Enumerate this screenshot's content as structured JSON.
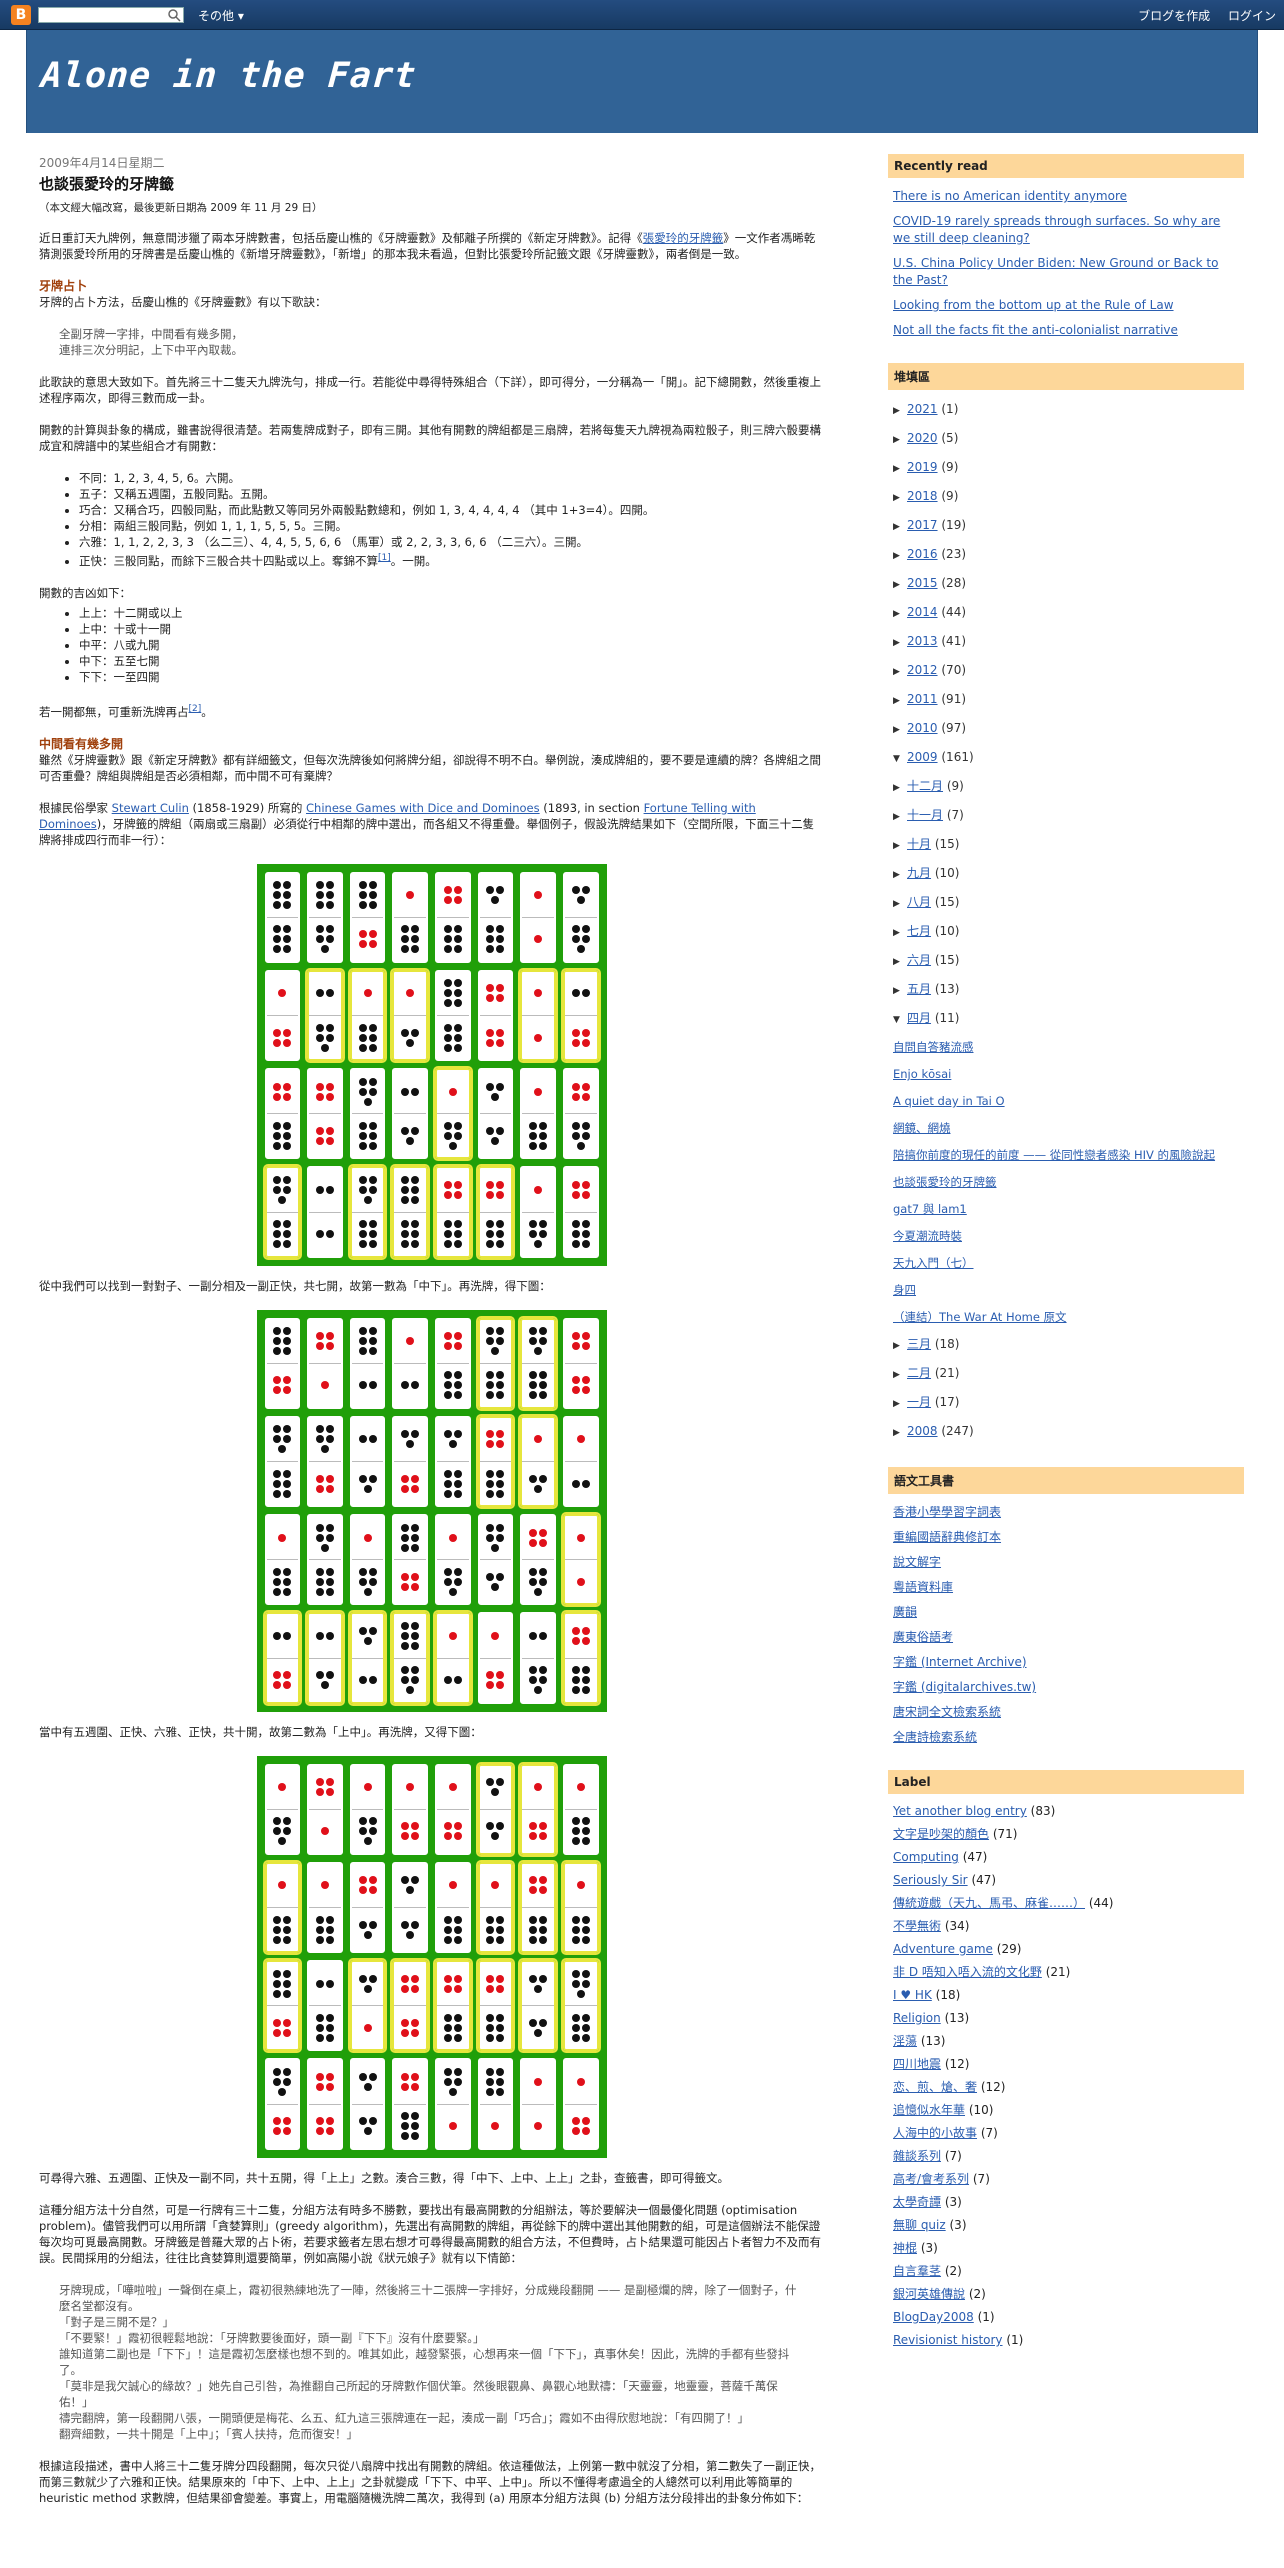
{
  "navbar": {
    "logo": "B",
    "search_placeholder": "",
    "more_label": "その他 ▾",
    "create_blog": "ブログを作成",
    "login": "ログイン"
  },
  "blog": {
    "title": "Alone in the Fart"
  },
  "post": {
    "date": "2009年4月14日星期二",
    "title": "也談張愛玲的牙牌籤",
    "note": "（本文經大幅改寫，最後更新日期為 2009 年 11 月 29 日）",
    "intro_a": "近日重訂天九牌例，無意間涉獵了兩本牙牌數書，包括岳慶山樵的《牙牌靈數》及郁離子所撰的《新定牙牌數》。記得《",
    "intro_link": "張愛玲的牙牌籤",
    "intro_b": "》一文作者馮晞乾猜測張愛玲所用的牙牌書是岳慶山樵的《新增牙牌靈數》，「新增」的那本我未看過，但對比張愛玲所記籤文跟《牙牌靈數》，兩者倒是一致。",
    "h_divination": "牙牌占卜",
    "divination_p": "牙牌的占卜方法，岳慶山樵的《牙牌靈數》有以下歌訣：",
    "quote1_l1": "全副牙牌一字排，中間看有幾多開，",
    "quote1_l2": "連排三次分明記，上下中平內取裁。",
    "p2": "此歌訣的意思大致如下。首先將三十二隻天九牌洗勻，排成一行。若能從中尋得特殊組合（下詳），即可得分，一分稱為一「開」。記下總開數，然後重複上述程序兩次，即得三數而成一卦。",
    "p3": "開數的計算與卦象的構成，雖書說得很清楚。若兩隻牌成對子，即有三開。其他有開數的牌組都是三扇牌，若將每隻天九牌視為兩粒骰子，則三牌六骰要構成宜和牌譜中的某些組合才有開數：",
    "combos": [
      "不同：1, 2, 3, 4, 5, 6。六開。",
      "五子：又稱五週圍，五骰同點。五開。",
      "巧合：又稱合巧，四骰同點，而此點數又等同另外兩骰點數總和，例如 1, 3, 4, 4, 4, 4 （其中 1+3=4）。四開。",
      "分相：兩組三骰同點，例如 1, 1, 1, 5, 5, 5。三開。",
      "六雅：1, 1, 2, 2, 3, 3 （么二三）、4, 4, 5, 5, 6, 6 （馬軍）或 2, 2, 3, 3, 6, 6 （二三六）。三開。"
    ],
    "combo_last_a": "正快：三骰同點，而餘下三骰合共十四點或以上。奪錦不算",
    "combo_last_sup": "[1]",
    "combo_last_b": "。一開。",
    "p4": "開數的吉凶如下：",
    "fortunes": [
      "上上：十二開或以上",
      "上中：十或十一開",
      "中平：八或九開",
      "中下：五至七開",
      "下下：一至四開"
    ],
    "p5_a": "若一開都無，可重新洗牌再占",
    "p5_sup": "[2]",
    "p5_b": "。",
    "h_count": "中間看有幾多開",
    "p6": "雖然《牙牌靈數》跟《新定牙牌數》都有詳細籤文，但每次洗牌後如何將牌分組，卻說得不明不白。舉例說，湊成牌組的，要不要是連續的牌？各牌組之間可否重疊？牌組與牌組是否必須相鄰，而中間不可有棄牌？",
    "p7_a": "根據民俗學家 ",
    "p7_link1": "Stewart Culin",
    "p7_b": " (1858-1929) 所寫的 ",
    "p7_link2": "Chinese Games with Dice and Dominoes",
    "p7_c": " (1893, in section ",
    "p7_link3": "Fortune Telling with Dominoes",
    "p7_d": ")，牙牌籤的牌組（兩扇或三扇副）必須從行中相鄰的牌中選出，而各組又不得重疊。舉個例子，假設洗牌結果如下（空間所限，下面三十二隻牌將排成四行而非一行）：",
    "p8": "從中我們可以找到一對對子、一副分相及一副正快，共七開，故第一數為「中下」。再洗牌，得下圖：",
    "p9": "當中有五週圍、正快、六雅、正快，共十開，故第二數為「上中」。再洗牌，又得下圖：",
    "p10": "可尋得六雅、五週圍、正快及一副不同，共十五開，得「上上」之數。湊合三數，得「中下、上中、上上」之卦，查籤書，即可得籤文。",
    "p11": "這種分組方法十分自然，可是一行牌有三十二隻，分組方法有時多不勝數，要找出有最高開數的分組辦法，等於要解決一個最優化問題 (optimisation problem)。儘管我們可以用所謂「貪婪算則」(greedy algorithm)，先選出有高開數的牌組，再從餘下的牌中選出其他開數的組，可是這個辦法不能保證每次均可覓最高開數。牙牌籤是普羅大眾的占卜術，若要求籤者左思右想才可尋得最高開數的組合方法，不但費時，占卜結果還可能因占卜者智力不及而有誤。民間採用的分組法，往往比貪婪算則還要簡單，例如高陽小說《狀元娘子》就有以下情節：",
    "quote2": [
      "牙牌現成，「嘩啦啦」一聲倒在桌上，霞初很熟練地洗了一陣，然後將三十二張牌一字排好，分成幾段翻開 —— 是副極爛的牌，除了一個對子，什麼名堂都沒有。",
      "「對子是三開不是？」",
      "「不要緊！」霞初很輕鬆地說：「牙牌數要後面好，頭一副『下下』沒有什麼要緊。」",
      "誰知道第二副也是「下下」！這是霞初怎麼樣也想不到的。唯其如此，越發緊張，心想再來一個「下下」，真事休矣！因此，洗牌的手都有些發抖了。",
      "「莫非是我欠誠心的緣故？」她先自己引咎，為推翻自己所起的牙牌數作個伏筆。然後眼觀鼻、鼻觀心地默禱：「天靈靈，地靈靈，菩薩千萬保佑！」",
      "禱完翻牌，第一段翻開八張，一開頭便是梅花、么五、紅九這三張牌連在一起，湊成一副「巧合」；霞如不由得欣慰地說：「有四開了！」",
      "翻齊細數，一共十開是「上中」；「賓人扶持，危而復安！」"
    ],
    "p12": "根據這段描述，書中人將三十二隻牙牌分四段翻開，每次只從八扇牌中找出有開數的牌組。依這種做法，上例第一數中就沒了分相，第二數失了一副正快，而第三數就少了六雅和正快。結果原來的「中下、上中、上上」之卦就變成「下下、中平、上中」。所以不懂得考慮過全的人總然可以利用此等簡單的 heuristic method 求數牌，但結果卻會變差。事實上，用電腦隨機洗牌二萬次，我得到 (a) 用原本分組方法與 (b) 分組方法分段排出的卦象分佈如下："
  },
  "sidebar": {
    "recent_title": "Recently read",
    "recent": [
      "There is no American identity anymore",
      "COVID-19 rarely spreads through surfaces. So why are we still deep cleaning?",
      "U.S. China Policy Under Biden: New Ground or Back to the Past?",
      "Looking from the bottom up at the Rule of Law",
      "Not all the facts fit the anti-colonialist narrative"
    ],
    "archive_title": "堆填區",
    "years_top": [
      {
        "label": "2021",
        "count": "(1)"
      },
      {
        "label": "2020",
        "count": "(5)"
      },
      {
        "label": "2019",
        "count": "(9)"
      },
      {
        "label": "2018",
        "count": "(9)"
      },
      {
        "label": "2017",
        "count": "(19)"
      },
      {
        "label": "2016",
        "count": "(23)"
      },
      {
        "label": "2015",
        "count": "(28)"
      },
      {
        "label": "2014",
        "count": "(44)"
      },
      {
        "label": "2013",
        "count": "(41)"
      },
      {
        "label": "2012",
        "count": "(70)"
      },
      {
        "label": "2011",
        "count": "(91)"
      },
      {
        "label": "2010",
        "count": "(97)"
      }
    ],
    "year_open": {
      "label": "2009",
      "count": "(161)"
    },
    "months_a": [
      {
        "label": "十二月",
        "count": "(9)"
      },
      {
        "label": "十一月",
        "count": "(7)"
      },
      {
        "label": "十月",
        "count": "(15)"
      },
      {
        "label": "九月",
        "count": "(10)"
      },
      {
        "label": "八月",
        "count": "(15)"
      },
      {
        "label": "七月",
        "count": "(10)"
      },
      {
        "label": "六月",
        "count": "(15)"
      },
      {
        "label": "五月",
        "count": "(13)"
      }
    ],
    "month_open": {
      "label": "四月",
      "count": "(11)"
    },
    "april_posts": [
      "自問自答豬流感",
      "Enjo kōsai",
      "A quiet day in Tai O",
      "網鏡、網燒",
      "陪搞你前度的現任的前度 —— 從同性戀者感染 HIV 的風險說起",
      "也談張愛玲的牙牌籤",
      "gat7 與 lam1",
      "今夏潮流時裝",
      "天九入門（七）",
      "身四",
      "（連結）The War At Home 原文"
    ],
    "months_b": [
      {
        "label": "三月",
        "count": "(18)"
      },
      {
        "label": "二月",
        "count": "(21)"
      },
      {
        "label": "一月",
        "count": "(17)"
      }
    ],
    "year_last": {
      "label": "2008",
      "count": "(247)"
    },
    "tools_title": "語文工具書",
    "tools": [
      "香港小學學習字詞表",
      "重編國語辭典修訂本",
      "說文解字",
      "粵語資料庫",
      "廣韻",
      "廣東俗語考",
      "字鑑 (Internet Archive)",
      "字鑑 (digitalarchives.tw)",
      "唐宋詞全文檢索系統",
      "全唐詩檢索系統"
    ],
    "label_title": "Label",
    "labels": [
      {
        "name": "Yet another blog entry",
        "count": "(83)"
      },
      {
        "name": "文字是吵架的顏色",
        "count": "(71)"
      },
      {
        "name": "Computing",
        "count": "(47)"
      },
      {
        "name": "Seriously Sir",
        "count": "(47)"
      },
      {
        "name": "傳統遊戲（天九、馬弔、麻雀……）",
        "count": "(44)"
      },
      {
        "name": "不學無術",
        "count": "(34)"
      },
      {
        "name": "Adventure game",
        "count": "(29)"
      },
      {
        "name": "非 D 唔知入唔入流的文化野",
        "count": "(21)"
      },
      {
        "name": "I ♥ HK",
        "count": "(18)"
      },
      {
        "name": "Religion",
        "count": "(13)"
      },
      {
        "name": "淫蕩",
        "count": "(13)"
      },
      {
        "name": "四川地震",
        "count": "(12)"
      },
      {
        "name": "恋、煎、熗、奢",
        "count": "(12)"
      },
      {
        "name": "追憶似水年華",
        "count": "(10)"
      },
      {
        "name": "人海中的小故事",
        "count": "(7)"
      },
      {
        "name": "雜談系列",
        "count": "(7)"
      },
      {
        "name": "高考/會考系列",
        "count": "(7)"
      },
      {
        "name": "太學奇譚",
        "count": "(3)"
      },
      {
        "name": "無聊 quiz",
        "count": "(3)"
      },
      {
        "name": "神棍",
        "count": "(3)"
      },
      {
        "name": "自言羣茎",
        "count": "(2)"
      },
      {
        "name": "銀河英雄傳說",
        "count": "(2)"
      },
      {
        "name": "BlogDay2008",
        "count": "(1)"
      },
      {
        "name": "Revisionist history",
        "count": "(1)"
      }
    ]
  }
}
